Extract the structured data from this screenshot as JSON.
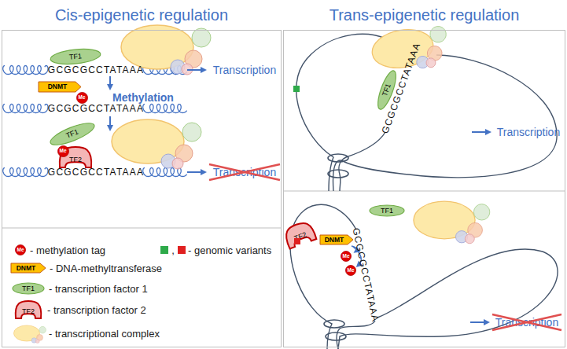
{
  "diagram": {
    "nodes": [
      {
        "text": [
          "Cis-epigenetic regulation"
        ]
      },
      {
        "text": [
          "Trans-epigenetic regulation"
        ]
      },
      {
        "text": [
          "TF1"
        ],
        "in": 0
      },
      {
        "text": [
          "DNMT"
        ],
        "in": 0
      },
      {
        "text": [
          "Me"
        ],
        "in": 0
      },
      {
        "text": [
          "TF1"
        ],
        "in": 0
      },
      {
        "text": [
          "TF2"
        ],
        "in": 0
      },
      {
        "text": [
          "Me"
        ],
        "in": 0
      },
      {
        "text": [
          "Me"
        ],
        "in": 0
      },
      {
        "text": [
          "DNMT"
        ],
        "in": 0
      },
      {
        "text": [
          "TF1"
        ],
        "in": 0
      },
      {
        "text": [
          "TF2"
        ],
        "in": 0
      },
      {
        "text": [
          "TF1"
        ],
        "in": 1
      },
      {
        "text": [
          "TF2"
        ],
        "in": 1
      },
      {
        "text": [
          "DNMT"
        ],
        "in": 1
      },
      {
        "text": [
          "Me"
        ],
        "in": 1
      },
      {
        "text": [
          "Me"
        ],
        "in": 1
      },
      {
        "text": [
          "TF1"
        ],
        "in": 1
      }
    ],
    "labels": [
      "GCGCGCCTATAAA",
      "Transcription",
      "Methylation",
      "GCGCGCCTATAAA",
      "GCGCGCCTATAAA",
      "Transcription",
      ",",
      "GCGCGCCTATAAA",
      "Transcription",
      "GCGCGCCTATAAA",
      "Transcription"
    ],
    "legend": [
      {
        "text": "- methylation tag"
      },
      {
        "text": "- DNA-methyltransferase"
      },
      {
        "text": "- transcription factor 1"
      },
      {
        "text": "- transcription factor 2"
      },
      {
        "text": "- transcriptional complex"
      },
      {
        "text": "- genomic variants"
      }
    ]
  }
}
